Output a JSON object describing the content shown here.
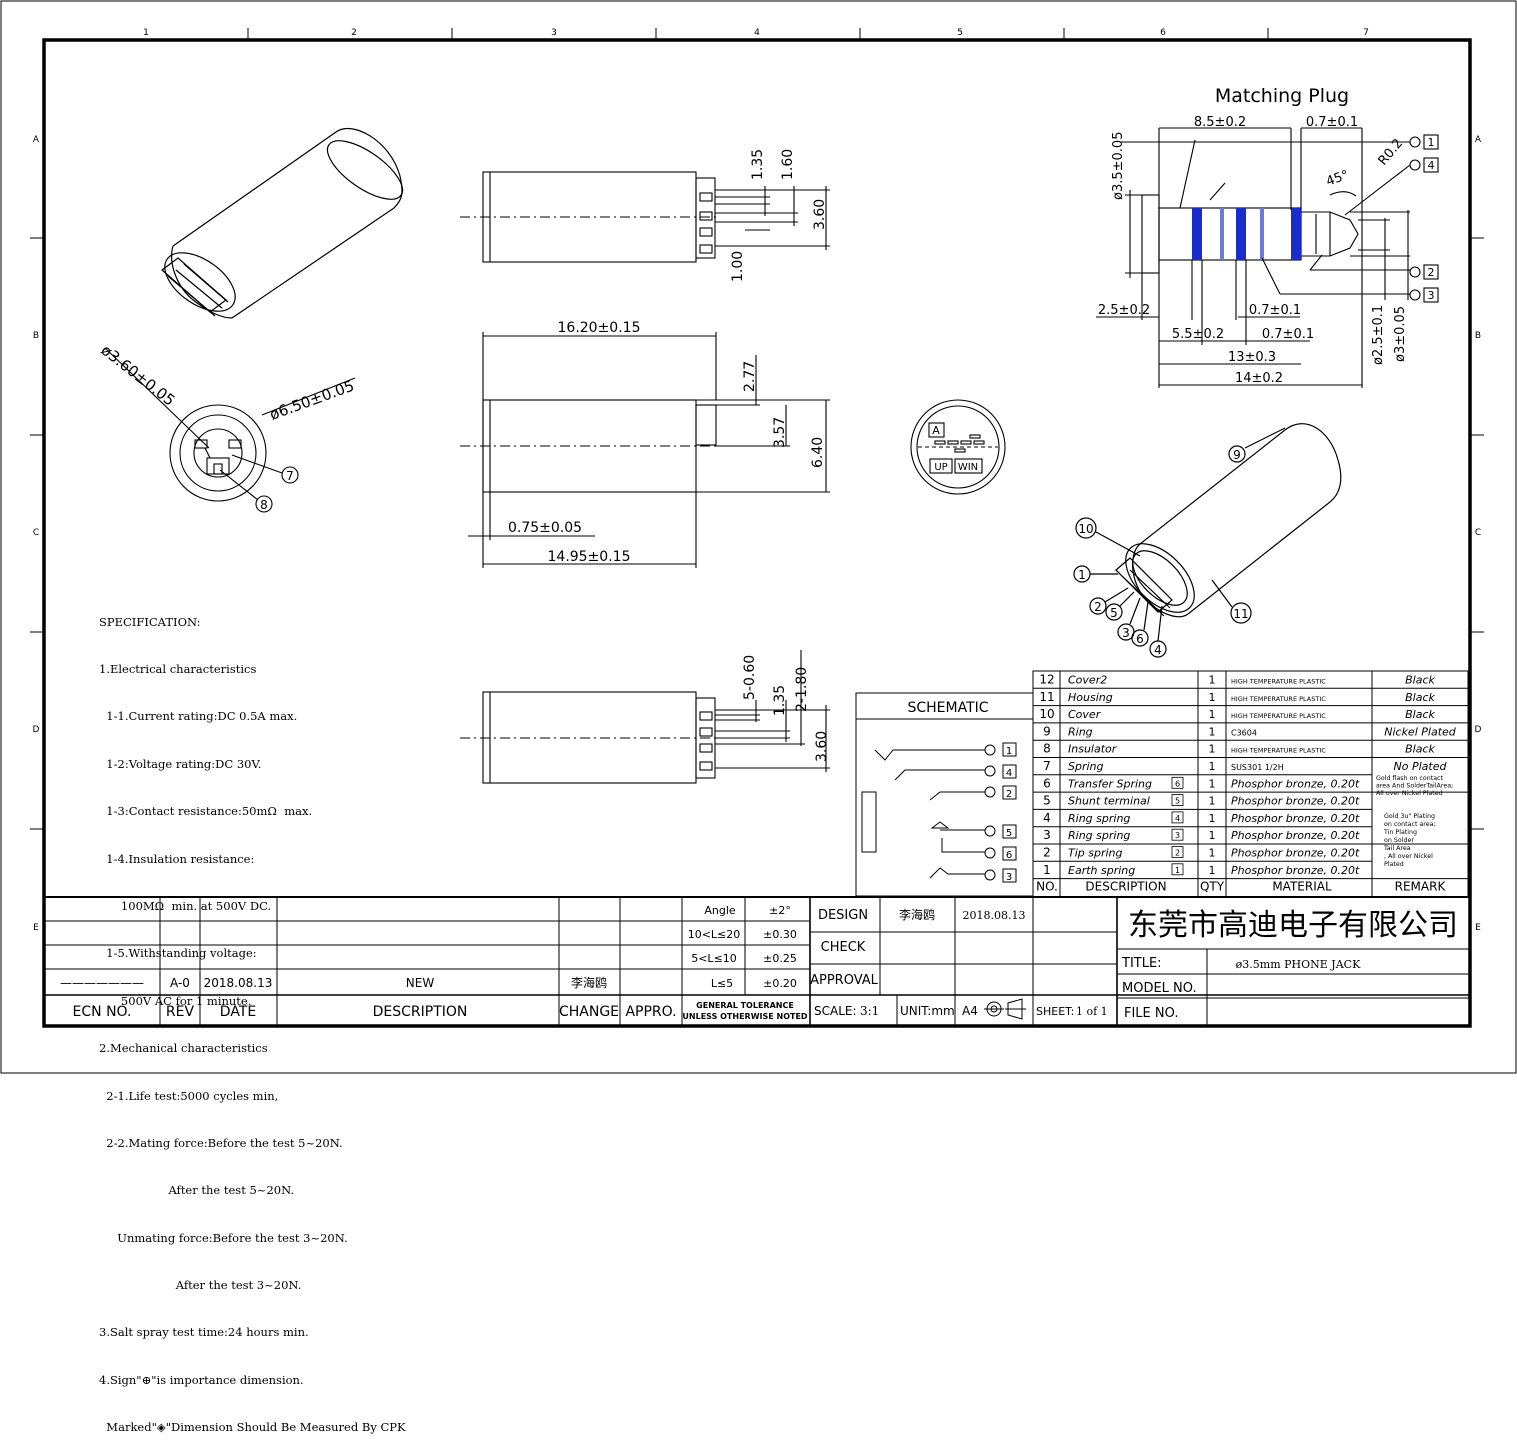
{
  "grid": {
    "columns": [
      "1",
      "2",
      "3",
      "4",
      "5",
      "6",
      "7"
    ],
    "rows": [
      "A",
      "B",
      "C",
      "D",
      "E"
    ]
  },
  "plug": {
    "title": "Matching Plug",
    "dims": {
      "d1": "8.5±0.2",
      "d2": "0.7±0.1",
      "d3": "ø3.5±0.05",
      "d4": "R0.2",
      "d5": "45°",
      "d6": "2.5±0.2",
      "d7": "0.7±0.1",
      "d8": "5.5±0.2",
      "d9": "0.7±0.1",
      "d10": "13±0.3",
      "d11": "14±0.2",
      "d12": "ø2.5±0.1",
      "d13": "ø3±0.05"
    },
    "callouts": [
      "1",
      "4",
      "2",
      "3"
    ]
  },
  "top_view": {
    "dims": {
      "a": "1.35",
      "b": "1.60",
      "c": "3.60",
      "d": "1.00"
    }
  },
  "side_view": {
    "dims": {
      "len": "16.20±0.15",
      "a": "2.77",
      "b": "3.57",
      "c": "6.40",
      "d": "0.75±0.05",
      "e": "14.95±0.15"
    }
  },
  "bottom_view": {
    "dims": {
      "a": "5-0.60",
      "b": "1.35",
      "c": "2-1.80",
      "d": "3.60"
    }
  },
  "end_view": {
    "dims": {
      "a": "ø3.60±0.05",
      "b": "ø6.50±0.05"
    },
    "callouts": [
      "7",
      "8"
    ]
  },
  "face_view": {
    "labels": {
      "a": "A",
      "up": "UP",
      "win": "WIN"
    }
  },
  "iso_view": {
    "callouts": [
      "9",
      "10",
      "1",
      "2",
      "5",
      "3",
      "6",
      "4",
      "11"
    ]
  },
  "schematic": {
    "title": "SCHEMATIC",
    "pins": [
      "1",
      "4",
      "2",
      "5",
      "6",
      "3"
    ]
  },
  "spec": [
    "SPECIFICATION:",
    "1.Electrical characteristics",
    "  1-1.Current rating:DC 0.5A max.",
    "  1-2:Voltage rating:DC 30V.",
    "  1-3:Contact resistance:50mΩ  max.",
    "  1-4.Insulation resistance:",
    "      100MΩ  min. at 500V DC.",
    "  1-5.Withstanding voltage:",
    "      500V AC for 1 minute.",
    "2.Mechanical characteristics",
    "  2-1.Life test:5000 cycles min,",
    "  2-2.Mating force:Before the test 5~20N.",
    "                   After the test 5~20N.",
    "     Unmating force:Before the test 3~20N.",
    "                     After the test 3~20N.",
    "3.Salt spray test time:24 hours min.",
    "4.Sign\"⊕\"is importance dimension.",
    "  Marked\"◈\"Dimension Should Be Measured By CPK"
  ],
  "bom": {
    "headers": [
      "NO.",
      "DESCRIPTION",
      "QTY",
      "MATERIAL",
      "REMARK"
    ],
    "rows": [
      {
        "no": "12",
        "desc": "Cover2",
        "ref": "",
        "qty": "1",
        "mat": "HIGH TEMPERATURE PLASTIC",
        "rem": "Black"
      },
      {
        "no": "11",
        "desc": "Housing",
        "ref": "",
        "qty": "1",
        "mat": "HIGH TEMPERATURE PLASTIC",
        "rem": "Black"
      },
      {
        "no": "10",
        "desc": "Cover",
        "ref": "",
        "qty": "1",
        "mat": "HIGH TEMPERATURE PLASTIC",
        "rem": "Black"
      },
      {
        "no": "9",
        "desc": "Ring",
        "ref": "",
        "qty": "1",
        "mat": "C3604",
        "rem": "Nickel Plated"
      },
      {
        "no": "8",
        "desc": "Insulator",
        "ref": "",
        "qty": "1",
        "mat": "HIGH TEMPERATURE PLASTIC",
        "rem": "Black"
      },
      {
        "no": "7",
        "desc": "Spring",
        "ref": "",
        "qty": "1",
        "mat": "SUS301 1/2H",
        "rem": "No Plated"
      },
      {
        "no": "6",
        "desc": "Transfer Spring",
        "ref": "6",
        "qty": "1",
        "mat": "Phosphor bronze, 0.20t",
        "rem": ""
      },
      {
        "no": "5",
        "desc": "Shunt terminal",
        "ref": "5",
        "qty": "1",
        "mat": "Phosphor bronze, 0.20t",
        "rem": ""
      },
      {
        "no": "4",
        "desc": "Ring spring",
        "ref": "4",
        "qty": "1",
        "mat": "Phosphor bronze, 0.20t",
        "rem": ""
      },
      {
        "no": "3",
        "desc": "Ring spring",
        "ref": "3",
        "qty": "1",
        "mat": "Phosphor bronze, 0.20t",
        "rem": ""
      },
      {
        "no": "2",
        "desc": "Tip spring",
        "ref": "2",
        "qty": "1",
        "mat": "Phosphor bronze, 0.20t",
        "rem": ""
      },
      {
        "no": "1",
        "desc": "Earth spring",
        "ref": "1",
        "qty": "1",
        "mat": "Phosphor bronze, 0.20t",
        "rem": ""
      }
    ],
    "remark_group1": [
      "Gold flash on contact",
      "area And SolderTailArea;",
      "All over Nickel Plated"
    ],
    "remark_group2": [
      "Gold 3u\" Plating",
      "on contact area;",
      "Tin Plating",
      "on Solder",
      "Tail Area",
      ", All over Nickel",
      "Plated"
    ]
  },
  "titleblock": {
    "company": "东莞市高迪电子有限公司",
    "title_label": "TITLE:",
    "title": "ø3.5mm PHONE JACK",
    "model_label": "MODEL NO.",
    "file_label": "FILE NO.",
    "design_label": "DESIGN",
    "check_label": "CHECK",
    "approval_label": "APPROVAL",
    "designer": "李海鸥",
    "design_date": "2018.08.13",
    "scale_label": "SCALE:",
    "scale": "3:1",
    "unit": "UNIT:mm",
    "paper": "A4",
    "sheet_label": "SHEET:",
    "sheet": "1 of 1",
    "tolerance": [
      {
        "range": "Angle",
        "tol": "±2°"
      },
      {
        "range": "10<L≤20",
        "tol": "±0.30"
      },
      {
        "range": "5<L≤10",
        "tol": "±0.25"
      },
      {
        "range": "L≤5",
        "tol": "±0.20"
      }
    ],
    "tol_note1": "GENERAL TOLERANCE",
    "tol_note2": "UNLESS OTHERWISE NOTED",
    "revision": {
      "ecn": "———————",
      "rev": "A-0",
      "date": "2018.08.13",
      "desc": "NEW",
      "change": "李海鸥",
      "appro": ""
    },
    "rev_headers": {
      "ecn": "ECN NO.",
      "rev": "REV",
      "date": "DATE",
      "desc": "DESCRIPTION",
      "change": "CHANGE",
      "appro": "APPRO."
    }
  }
}
